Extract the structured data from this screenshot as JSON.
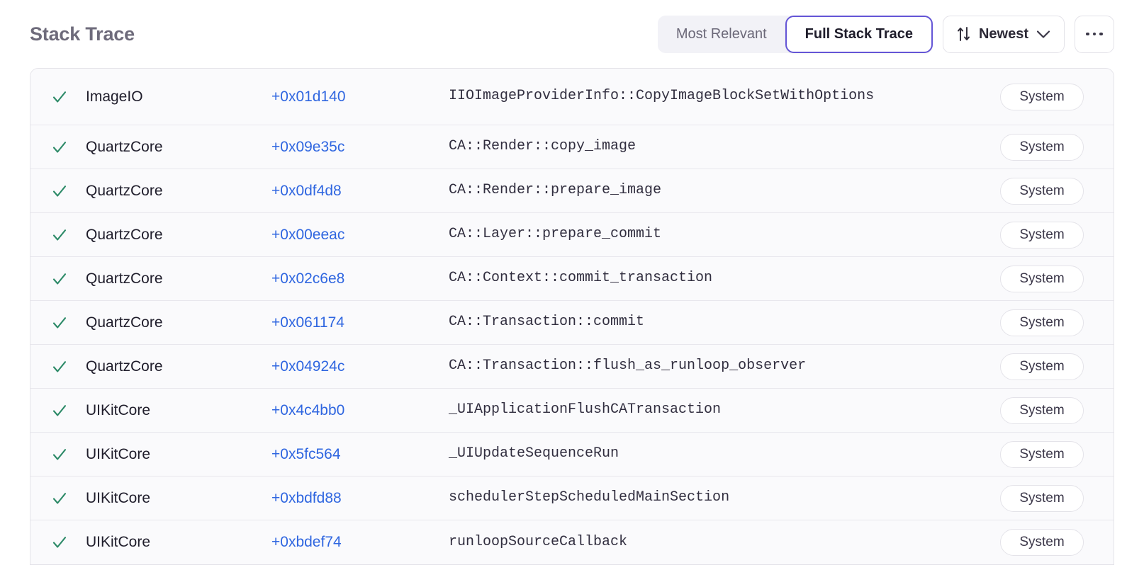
{
  "header": {
    "title": "Stack Trace",
    "segmented": {
      "options": [
        {
          "label": "Most Relevant",
          "active": false
        },
        {
          "label": "Full Stack Trace",
          "active": true
        }
      ]
    },
    "sort": {
      "icon": "sort-arrows-icon",
      "label": "Newest",
      "chevron": "chevron-down-icon"
    },
    "overflow": {
      "icon": "ellipsis-icon",
      "label": "..."
    }
  },
  "colors": {
    "accent": "#6455d6",
    "link": "#2f66e0",
    "check": "#2d8a68",
    "title": "#6e6b7b",
    "row_bg": "#fafafc",
    "border": "#e4e3e9",
    "segment_bg": "#f2f2f7"
  },
  "table": {
    "status_icon": "check-icon",
    "rows": [
      {
        "status": "check-icon",
        "module": "ImageIO",
        "offset": "+0x01d140",
        "symbol": "IIOImageProviderInfo::CopyImageBlockSetWithOptions",
        "badge": "System"
      },
      {
        "status": "check-icon",
        "module": "QuartzCore",
        "offset": "+0x09e35c",
        "symbol": "CA::Render::copy_image",
        "badge": "System"
      },
      {
        "status": "check-icon",
        "module": "QuartzCore",
        "offset": "+0x0df4d8",
        "symbol": "CA::Render::prepare_image",
        "badge": "System"
      },
      {
        "status": "check-icon",
        "module": "QuartzCore",
        "offset": "+0x00eeac",
        "symbol": "CA::Layer::prepare_commit",
        "badge": "System"
      },
      {
        "status": "check-icon",
        "module": "QuartzCore",
        "offset": "+0x02c6e8",
        "symbol": "CA::Context::commit_transaction",
        "badge": "System"
      },
      {
        "status": "check-icon",
        "module": "QuartzCore",
        "offset": "+0x061174",
        "symbol": "CA::Transaction::commit",
        "badge": "System"
      },
      {
        "status": "check-icon",
        "module": "QuartzCore",
        "offset": "+0x04924c",
        "symbol": "CA::Transaction::flush_as_runloop_observer",
        "badge": "System"
      },
      {
        "status": "check-icon",
        "module": "UIKitCore",
        "offset": "+0x4c4bb0",
        "symbol": "_UIApplicationFlushCATransaction",
        "badge": "System"
      },
      {
        "status": "check-icon",
        "module": "UIKitCore",
        "offset": "+0x5fc564",
        "symbol": "_UIUpdateSequenceRun",
        "badge": "System"
      },
      {
        "status": "check-icon",
        "module": "UIKitCore",
        "offset": "+0xbdfd88",
        "symbol": "schedulerStepScheduledMainSection",
        "badge": "System"
      },
      {
        "status": "check-icon",
        "module": "UIKitCore",
        "offset": "+0xbdef74",
        "symbol": "runloopSourceCallback",
        "badge": "System"
      }
    ]
  }
}
